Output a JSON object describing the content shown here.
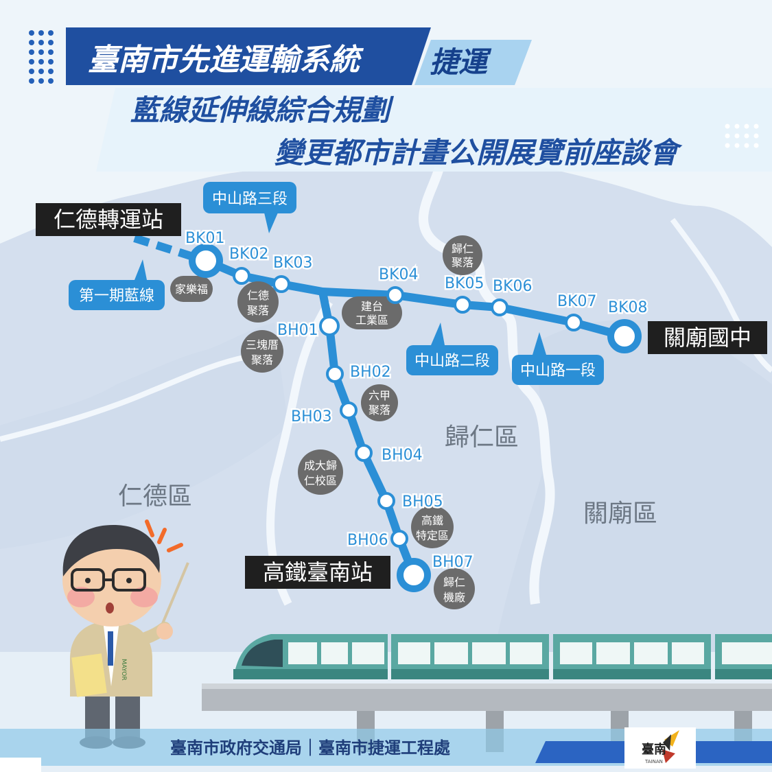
{
  "header": {
    "title_main": "臺南市先進運輸系統",
    "title_tag": "捷運",
    "subtitle_1": "藍線延伸線綜合規劃",
    "subtitle_2": "變更都市計畫公開展覽前座談會"
  },
  "map": {
    "districts": {
      "rende": "仁德區",
      "guiren": "歸仁區",
      "guanmiao": "關廟區"
    },
    "terminals": {
      "rende_transfer": "仁德轉運站",
      "guanmiao_jh": "關廟國中",
      "hsr_tainan": "高鐵臺南站"
    },
    "road_labels": {
      "zhongshan_3": "中山路三段",
      "zhongshan_2": "中山路二段",
      "zhongshan_1": "中山路一段",
      "phase1_blue": "第一期藍線"
    },
    "bk_stations": [
      "BK01",
      "BK02",
      "BK03",
      "BK04",
      "BK05",
      "BK06",
      "BK07",
      "BK08"
    ],
    "bh_stations": [
      "BH01",
      "BH02",
      "BH03",
      "BH04",
      "BH05",
      "BH06",
      "BH07"
    ],
    "landmarks": {
      "jialefu": "家樂福",
      "rende_village": [
        "仁德",
        "聚落"
      ],
      "guiren_village": [
        "歸仁",
        "聚落"
      ],
      "jiantai": [
        "建台",
        "工業區"
      ],
      "sankuaicuo": [
        "三塊厝",
        "聚落"
      ],
      "liujia": [
        "六甲",
        "聚落"
      ],
      "ncku_guiren": [
        "成大歸",
        "仁校區"
      ],
      "hsr_special": [
        "高鐵",
        "特定區"
      ],
      "guiren_depot": [
        "歸仁",
        "機廠"
      ]
    },
    "colors": {
      "line_blue": "#2b8fd6",
      "header_navy": "#1f4fa0",
      "label_dark": "#1f1f1f",
      "landmark_gray": "#6b6b6b",
      "train_teal": "#4a9a94"
    }
  },
  "footer": {
    "credit": "臺南市政府交通局｜臺南市捷運工程處",
    "logo_text": "臺南",
    "logo_sub": "TAINAN"
  },
  "mascot": {
    "badge": "MAYOR"
  },
  "icons": [
    "dots-grid-icon",
    "emphasis-lines-icon",
    "tainan-logo-icon",
    "pointer-stick-icon"
  ]
}
